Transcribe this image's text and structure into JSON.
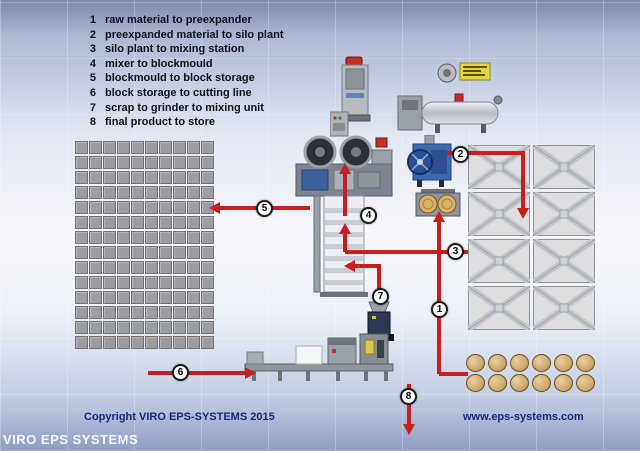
{
  "legend": {
    "items": [
      {
        "num": "1",
        "label": "raw material to preexpander"
      },
      {
        "num": "2",
        "label": "preexpanded material to silo plant"
      },
      {
        "num": "3",
        "label": "silo plant to mixing station"
      },
      {
        "num": "4",
        "label": "mixer to blockmould"
      },
      {
        "num": "5",
        "label": "blockmould to block storage"
      },
      {
        "num": "6",
        "label": "block storage to cutting line"
      },
      {
        "num": "7",
        "label": "scrap to grinder to mixing unit"
      },
      {
        "num": "8",
        "label": "final product to store"
      }
    ]
  },
  "footer": {
    "copyright": "Copyright VIRO EPS-SYSTEMS 2015",
    "website": "www.eps-systems.com",
    "watermark": "VIRO EPS SYSTEMS"
  },
  "colors": {
    "arrow": "#c81e1e",
    "footer_text": "#18287a",
    "storage_block": "#9d9da1",
    "silo_fill": "#dcdee0",
    "raw_material": "#c9a365"
  }
}
